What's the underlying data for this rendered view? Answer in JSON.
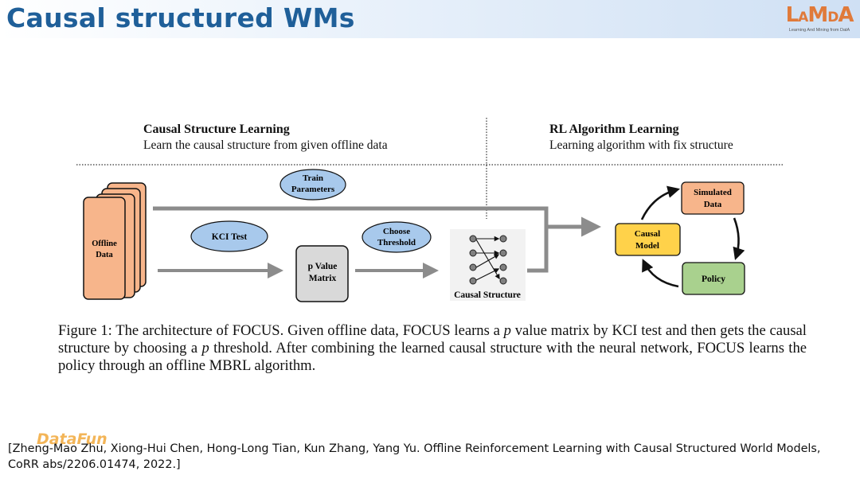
{
  "slide": {
    "title": "Causal structured WMs",
    "logo_mark_a": "L",
    "logo_mark_b": "A",
    "logo_mark_c": "M",
    "logo_mark_d": "D",
    "logo_mark_e": "A",
    "logo_sub": "Learning And Mining from DatA"
  },
  "diagram": {
    "left_heading": "Causal Structure Learning",
    "left_sub": "Learn the causal structure from given offline data",
    "right_heading": "RL Algorithm Learning",
    "right_sub": "Learning algorithm with fix structure",
    "offline_data_1": "Offline",
    "offline_data_2": "Data",
    "train_params_1": "Train",
    "train_params_2": "Parameters",
    "kci_test": "KCI Test",
    "choose_threshold_1": "Choose",
    "choose_threshold_2": "Threshold",
    "pvalue_1": "p Value",
    "pvalue_2": "Matrix",
    "causal_structure": "Causal Structure",
    "causal_model_1": "Causal",
    "causal_model_2": "Model",
    "simulated_data_1": "Simulated",
    "simulated_data_2": "Data",
    "policy": "Policy",
    "colors": {
      "offline": "#f7b58b",
      "bubble": "#a8c9ec",
      "matrix": "#d9d9d9",
      "causal_model": "#ffd24a",
      "simulated": "#f7b58b",
      "policy": "#a9d18e",
      "arrow": "#8c8c8c"
    }
  },
  "caption": {
    "l1a": "Figure 1: The architecture of FOCUS. Given offline data, FOCUS learns a ",
    "l1p": "p",
    "l1b": " value matrix by KCI test and then gets",
    "l2a": "the causal structure by choosing a ",
    "l2p": "p",
    "l2b": " threshold. After combining the learned causal structure with the neural network,",
    "l3": "FOCUS learns the policy through an offline MBRL algorithm."
  },
  "footer": {
    "brand": "DataFun",
    "reference_line1": "[Zheng-Mao Zhu, Xiong-Hui Chen, Hong-Long Tian, Kun Zhang, Yang Yu. Offline Reinforcement Learning with Causal Structured World Models,",
    "reference_line2": "CoRR abs/2206.01474, 2022.]"
  }
}
